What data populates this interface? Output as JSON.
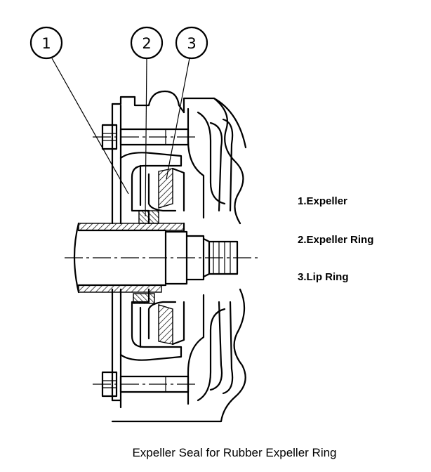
{
  "callouts": [
    {
      "number": "1"
    },
    {
      "number": "2"
    },
    {
      "number": "3"
    }
  ],
  "legend": [
    {
      "text": "1.Expeller"
    },
    {
      "text": "2.Expeller Ring"
    },
    {
      "text": "3.Lip Ring"
    }
  ],
  "caption": "Expeller Seal for Rubber Expeller Ring"
}
